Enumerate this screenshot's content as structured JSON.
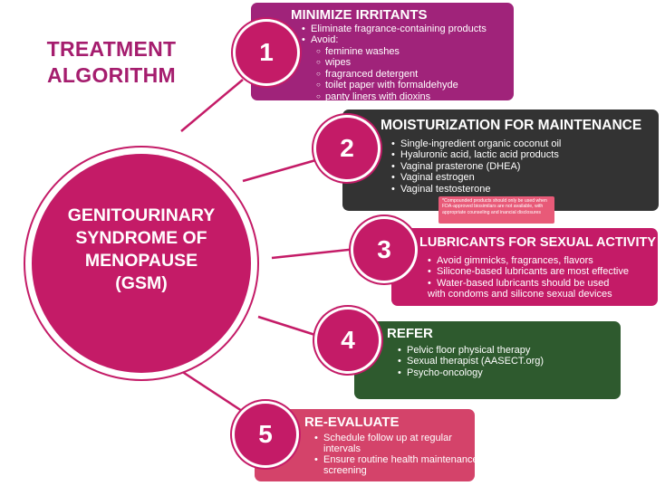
{
  "title": {
    "line1": "TREATMENT",
    "line2": "ALGORITHM"
  },
  "center": {
    "line1": "GENITOURINARY",
    "line2": "SYNDROME OF",
    "line3": "MENOPAUSE",
    "line4": "(GSM)"
  },
  "steps": [
    {
      "number": "1",
      "title": "MINIMIZE IRRITANTS",
      "items": [
        "Eliminate fragrance-containing products",
        "Avoid:"
      ],
      "subitems": [
        "feminine washes",
        "wipes",
        "fragranced detergent",
        "toilet paper with formaldehyde",
        "panty liners with dioxins"
      ]
    },
    {
      "number": "2",
      "title": "MOISTURIZATION FOR MAINTENANCE",
      "items": [
        "Single-ingredient organic coconut oil",
        "Hyaluronic acid, lactic acid products",
        "Vaginal prasterone (DHEA)",
        "Vaginal estrogen",
        "Vaginal testosterone"
      ],
      "footnote": "*Compounded products should only be used when FDA-approved biosimilars are not available, with appropriate counseling and inancial disclosures"
    },
    {
      "number": "3",
      "title": "LUBRICANTS FOR SEXUAL ACTIVITY",
      "items": [
        "Avoid gimmicks, fragrances, flavors",
        "Silicone-based lubricants are most effective",
        "Water-based lubricants should be used"
      ],
      "continuation": "with condoms and silicone sexual devices"
    },
    {
      "number": "4",
      "title": "REFER",
      "items": [
        "Pelvic floor physical therapy",
        "Sexual therapist (AASECT.org)",
        "Psycho-oncology"
      ]
    },
    {
      "number": "5",
      "title": "RE-EVALUATE",
      "items": [
        "Schedule follow up at regular",
        "Ensure routine health maintenance"
      ],
      "continuations": [
        "intervals",
        "screening"
      ]
    }
  ],
  "colors": {
    "magenta": "#c41b67",
    "step1_box": "#a0237a",
    "step2_box": "#333333",
    "step3_box": "#c41b67",
    "step4_box": "#2e5a2e",
    "step5_box": "#d4436a",
    "title": "#a51d6e"
  }
}
